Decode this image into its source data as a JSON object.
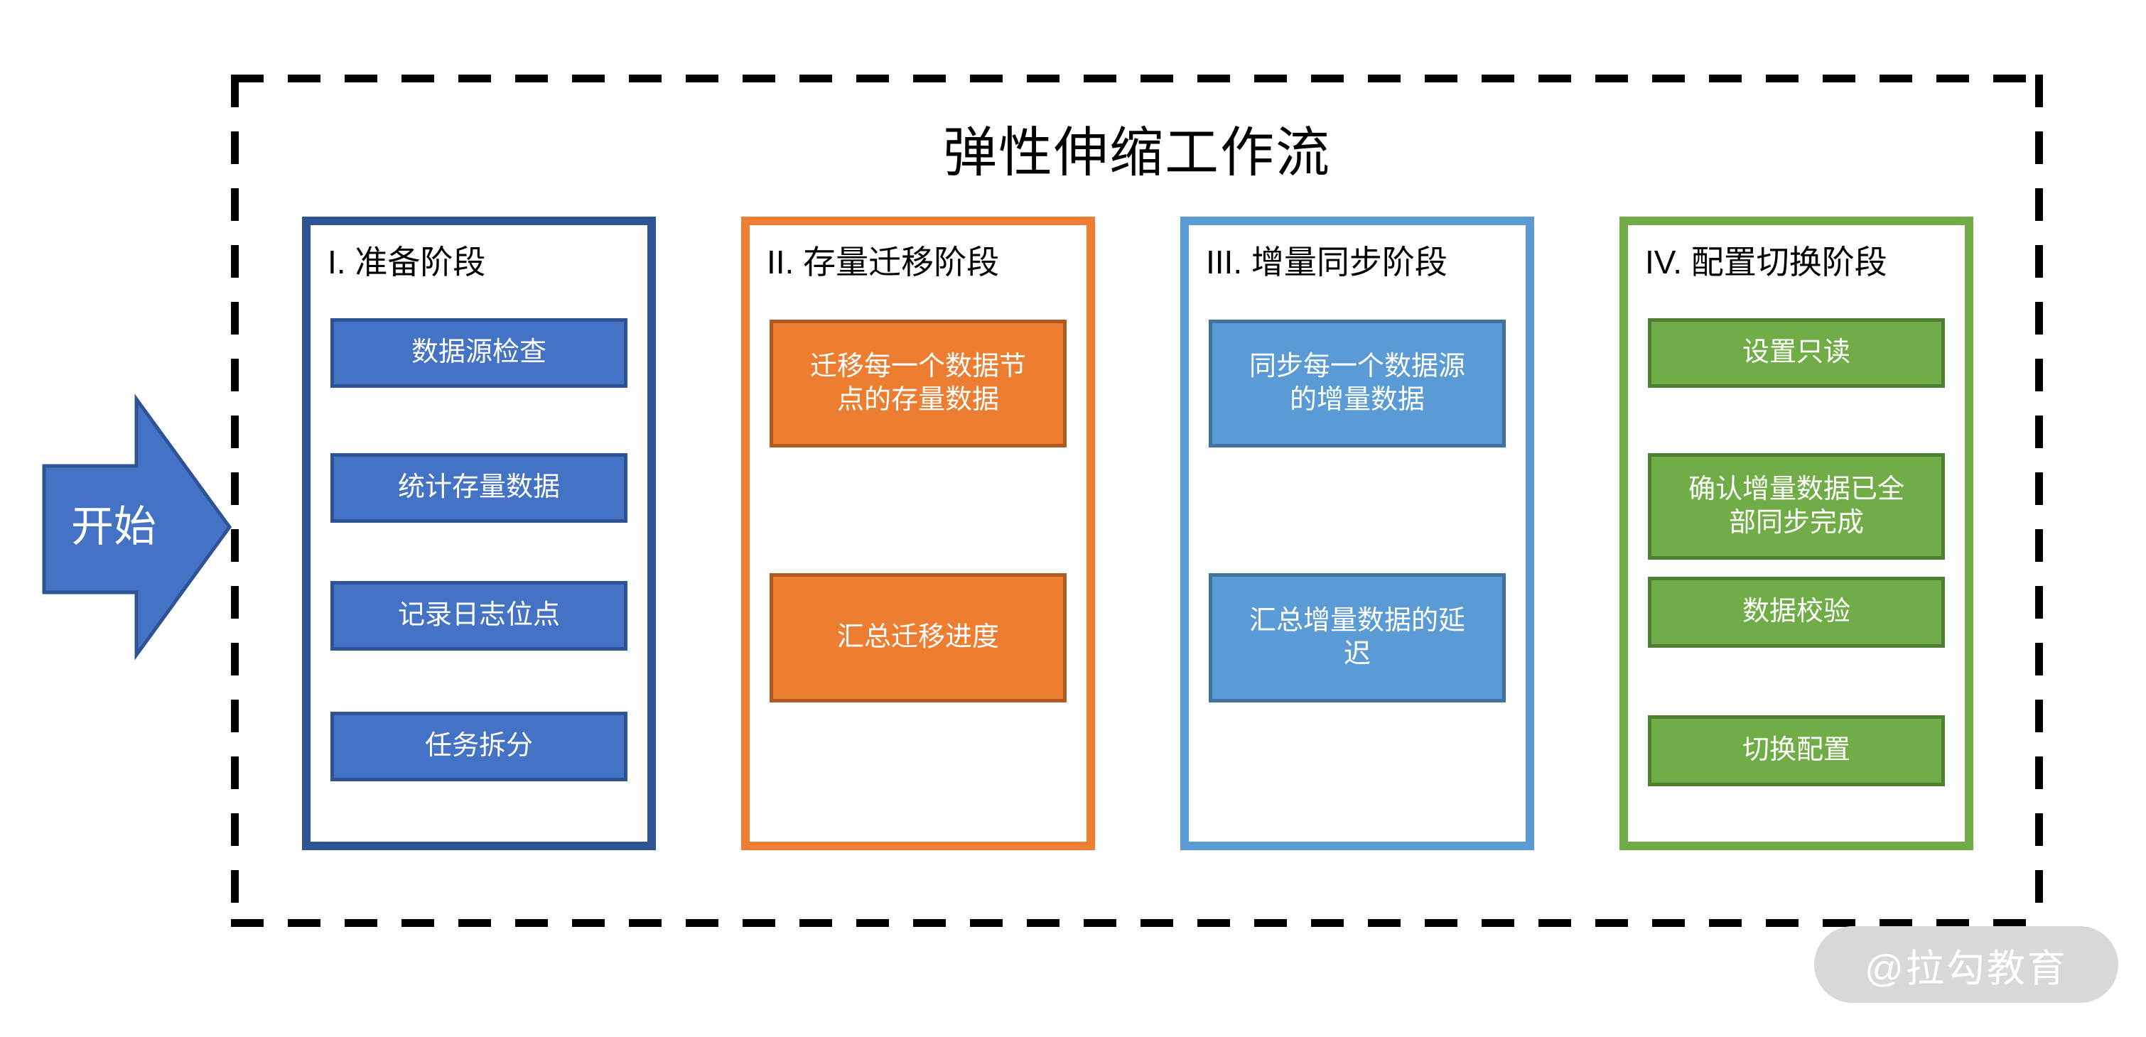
{
  "diagram": {
    "title": "弹性伸缩工作流",
    "start_label": "开始",
    "watermark_text": "@拉勾教育"
  },
  "columns": [
    {
      "header": "I. 准备阶段",
      "accent_color": "#2F5496",
      "box_fill": "#4472C4",
      "box_border": "#2F5496",
      "boxes": [
        "数据源检查",
        "统计存量数据",
        "记录日志位点",
        "任务拆分"
      ]
    },
    {
      "header": "II. 存量迁移阶段",
      "accent_color": "#ED7D31",
      "box_fill": "#ED7D31",
      "box_border": "#AE5A21",
      "boxes": [
        "迁移每一个数据节点的存量数据",
        "汇总迁移进度"
      ]
    },
    {
      "header": "III. 增量同步阶段",
      "accent_color": "#5B9BD5",
      "box_fill": "#5B9BD5",
      "box_border": "#41719C",
      "boxes": [
        "同步每一个数据源的增量数据",
        "汇总增量数据的延迟"
      ]
    },
    {
      "header": "IV. 配置切换阶段",
      "accent_color": "#70AD47",
      "box_fill": "#70AD47",
      "box_border": "#507E32",
      "boxes": [
        "设置只读",
        "确认增量数据已全部同步完成",
        "数据校验",
        "切换配置"
      ]
    }
  ],
  "colors": {
    "frame_dash": "#000000",
    "arrow_fill": "#4472C4",
    "arrow_stroke": "#2F5496",
    "watermark_bg": "#D9D9D9",
    "watermark_fg": "#FFFFFF",
    "background": "#FFFFFF"
  }
}
